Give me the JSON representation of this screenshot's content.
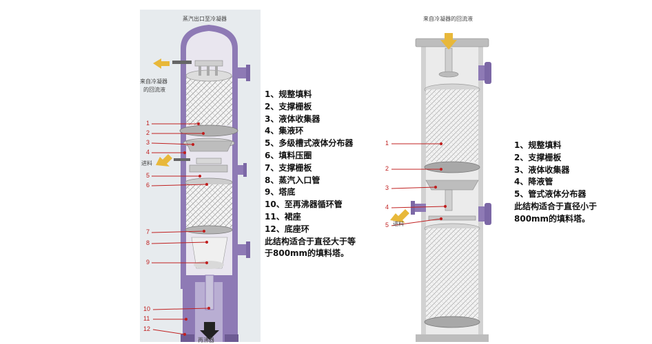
{
  "left_diagram": {
    "top_caption": "蒸汽出口至冷凝器",
    "side_caption_1": "来自冷凝器",
    "side_caption_2": "的回流液",
    "feed_label": "进料",
    "callouts": [
      "1",
      "2",
      "3",
      "4",
      "5",
      "6",
      "7",
      "8",
      "9",
      "10",
      "11",
      "12"
    ],
    "bottom_caption": "再沸器"
  },
  "right_diagram": {
    "top_caption": "来自冷凝器的回流液",
    "feed_label": "进料",
    "callouts": [
      "1",
      "2",
      "3",
      "4",
      "5"
    ]
  },
  "left_legend": [
    "1、规整填料",
    "2、支撑栅板",
    "3、液体收集器",
    "4、集液环",
    "5、多级槽式液体分布器",
    "6、填料压圈",
    "7、支撑栅板",
    "8、蒸汽入口管",
    "9、塔底",
    "10、至再沸器循环管",
    "11、裙座",
    "12、底座环",
    "此结构适合于直径大于等",
    "于800mm的填料塔。"
  ],
  "right_legend": [
    "1、规整填料",
    "2、支撑栅板",
    "3、液体收集器",
    "4、降液管",
    "5、管式液体分布器",
    "此结构适合于直径小于",
    "800mm的填料塔。"
  ],
  "colors": {
    "shell_purple": "#8e7ab5",
    "arrow_yellow": "#e8b83a",
    "callout_red": "#c02020"
  }
}
